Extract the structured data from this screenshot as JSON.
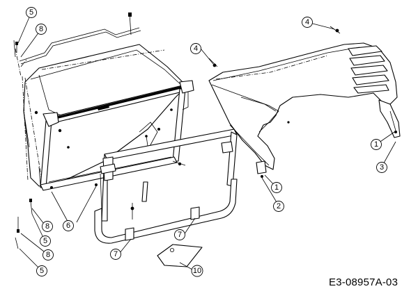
{
  "diagram": {
    "drawing_code": "E3-08957A-03",
    "callouts": [
      "5",
      "8",
      "4",
      "4",
      "1",
      "3",
      "1",
      "2",
      "6",
      "8",
      "5",
      "8",
      "5",
      "7",
      "7",
      "10"
    ]
  }
}
